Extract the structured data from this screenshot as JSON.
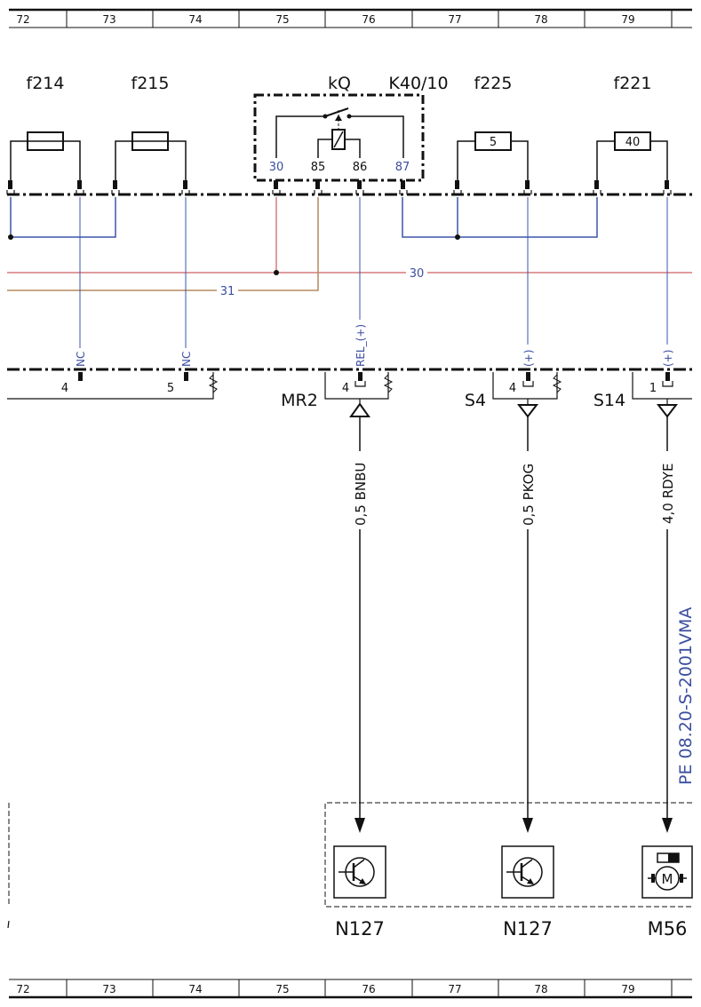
{
  "grid": {
    "columns": [
      "72",
      "73",
      "74",
      "75",
      "76",
      "77",
      "78",
      "79"
    ]
  },
  "components": {
    "f214": "f214",
    "f215": "f215",
    "kq": "kQ",
    "k40": "K40/10",
    "f225": "f225",
    "f221": "f221",
    "f225_rating": "5",
    "f221_rating": "40"
  },
  "relay_pins": [
    "30",
    "85",
    "86",
    "87"
  ],
  "buses": {
    "b30": "30",
    "b31": "31"
  },
  "vertical_labels": {
    "nc1": "NC",
    "nc2": "NC",
    "rel": "REL_(+)",
    "plus1": "(+)",
    "plus2": "(+)"
  },
  "connectors": {
    "pin_4a": "4",
    "pin_5": "5",
    "mr2": "MR2",
    "pin_4b": "4",
    "s4": "S4",
    "pin_4c": "4",
    "s14": "S14",
    "pin_1": "1"
  },
  "wires": {
    "w1": "0,5 BNBU",
    "w2": "0,5 PKOG",
    "w3": "4,0 RDYE"
  },
  "doc_id": "PE 08.20-S-2001VMA",
  "bottom_components": {
    "n127a": "N127",
    "n127b": "N127",
    "m56": "M56"
  },
  "colors": {
    "blue_wire": "#3b55a8",
    "red_wire": "#c0393b",
    "brown_wire": "#b38a5e",
    "label_blue": "#3b4ea0"
  }
}
